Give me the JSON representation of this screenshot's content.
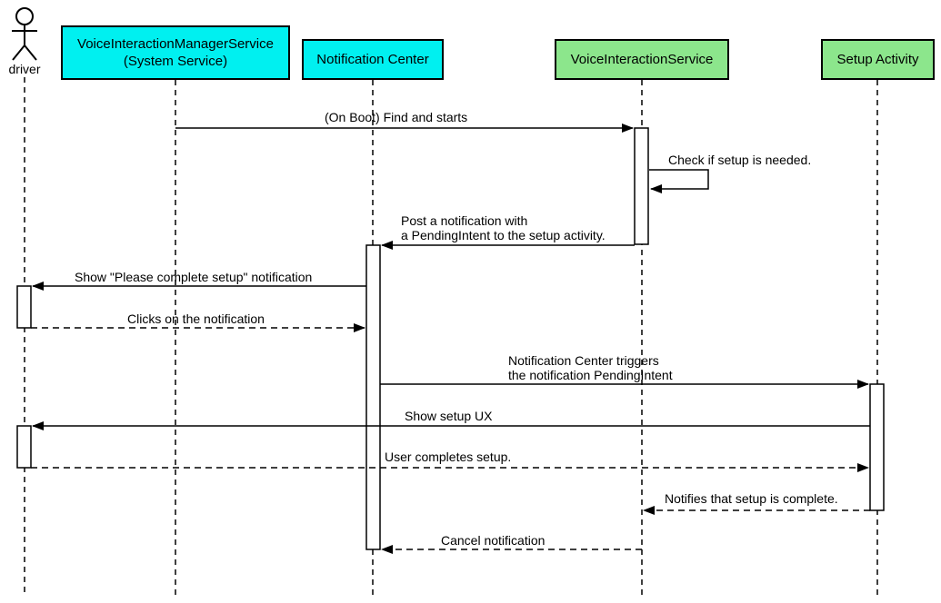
{
  "diagram_type": "uml-sequence-diagram",
  "colors": {
    "system_participant_fill": "#00F0F0",
    "app_participant_fill": "#8CE68C",
    "line": "#000000",
    "activation_fill": "#FFFFFF",
    "background": "#FFFFFF"
  },
  "actor": {
    "label": "driver"
  },
  "participants": [
    {
      "label": "VoiceInteractionManagerService",
      "label2": "(System Service)",
      "kind": "system-service"
    },
    {
      "label": "Notification Center",
      "kind": "system-service"
    },
    {
      "label": "VoiceInteractionService",
      "kind": "app-service"
    },
    {
      "label": "Setup Activity",
      "kind": "app-activity"
    }
  ],
  "messages": [
    {
      "from": "VoiceInteractionManagerService (System Service)",
      "to": "VoiceInteractionService",
      "line_style": "solid",
      "label": "(On Boot) Find and starts"
    },
    {
      "from": "VoiceInteractionService",
      "to": "VoiceInteractionService",
      "line_style": "solid",
      "label": "Check if setup is needed."
    },
    {
      "from": "VoiceInteractionService",
      "to": "Notification Center",
      "line_style": "solid",
      "label": "Post a notification with",
      "label2": "a PendingIntent to the setup activity."
    },
    {
      "from": "Notification Center",
      "to": "driver",
      "line_style": "solid",
      "label": "Show \"Please complete setup\" notification"
    },
    {
      "from": "driver",
      "to": "Notification Center",
      "line_style": "dashed",
      "label": "Clicks on the notification"
    },
    {
      "from": "Notification Center",
      "to": "Setup Activity",
      "line_style": "solid",
      "label": "Notification Center triggers",
      "label2": "the notification PendingIntent"
    },
    {
      "from": "Setup Activity",
      "to": "driver",
      "line_style": "solid",
      "label": "Show setup UX"
    },
    {
      "from": "driver",
      "to": "Setup Activity",
      "line_style": "dashed",
      "label": "User completes setup."
    },
    {
      "from": "Setup Activity",
      "to": "VoiceInteractionService",
      "line_style": "dashed",
      "label": "Notifies that setup is complete."
    },
    {
      "from": "VoiceInteractionService",
      "to": "Notification Center",
      "line_style": "dashed",
      "label": "Cancel notification"
    }
  ]
}
